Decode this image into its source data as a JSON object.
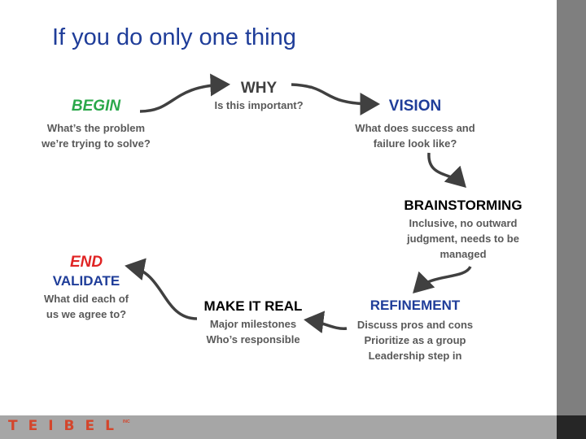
{
  "slide": {
    "title": "If you do only one thing"
  },
  "colors": {
    "title": "#1f3d99",
    "begin": "#2aa84a",
    "vision": "#1f3d99",
    "end": "#e02424",
    "dark": "#404040",
    "logo": "#d4452b"
  },
  "diagram": {
    "begin": {
      "heading": "BEGIN",
      "lines": [
        "What’s the problem",
        "we’re trying to solve?"
      ]
    },
    "why": {
      "heading": "WHY",
      "lines": [
        "Is this important?"
      ]
    },
    "vision": {
      "heading": "VISION",
      "lines": [
        "What does success and",
        "failure look like?"
      ]
    },
    "brainstorming": {
      "heading": "BRAINSTORMING",
      "lines": [
        "Inclusive, no outward",
        "judgment, needs to be",
        "managed"
      ]
    },
    "refinement": {
      "heading": "REFINEMENT",
      "lines": [
        "Discuss pros and cons",
        "Prioritize as a group",
        "Leadership step in"
      ]
    },
    "make_it_real": {
      "heading": "MAKE IT REAL",
      "lines": [
        "Major milestones",
        "Who’s responsible"
      ]
    },
    "end": {
      "heading": "END",
      "subheading": "VALIDATE",
      "lines": [
        "What did each of",
        "us we agree to?"
      ]
    }
  },
  "footer": {
    "logo": "TEIBEL",
    "logo_mark": "INC"
  }
}
